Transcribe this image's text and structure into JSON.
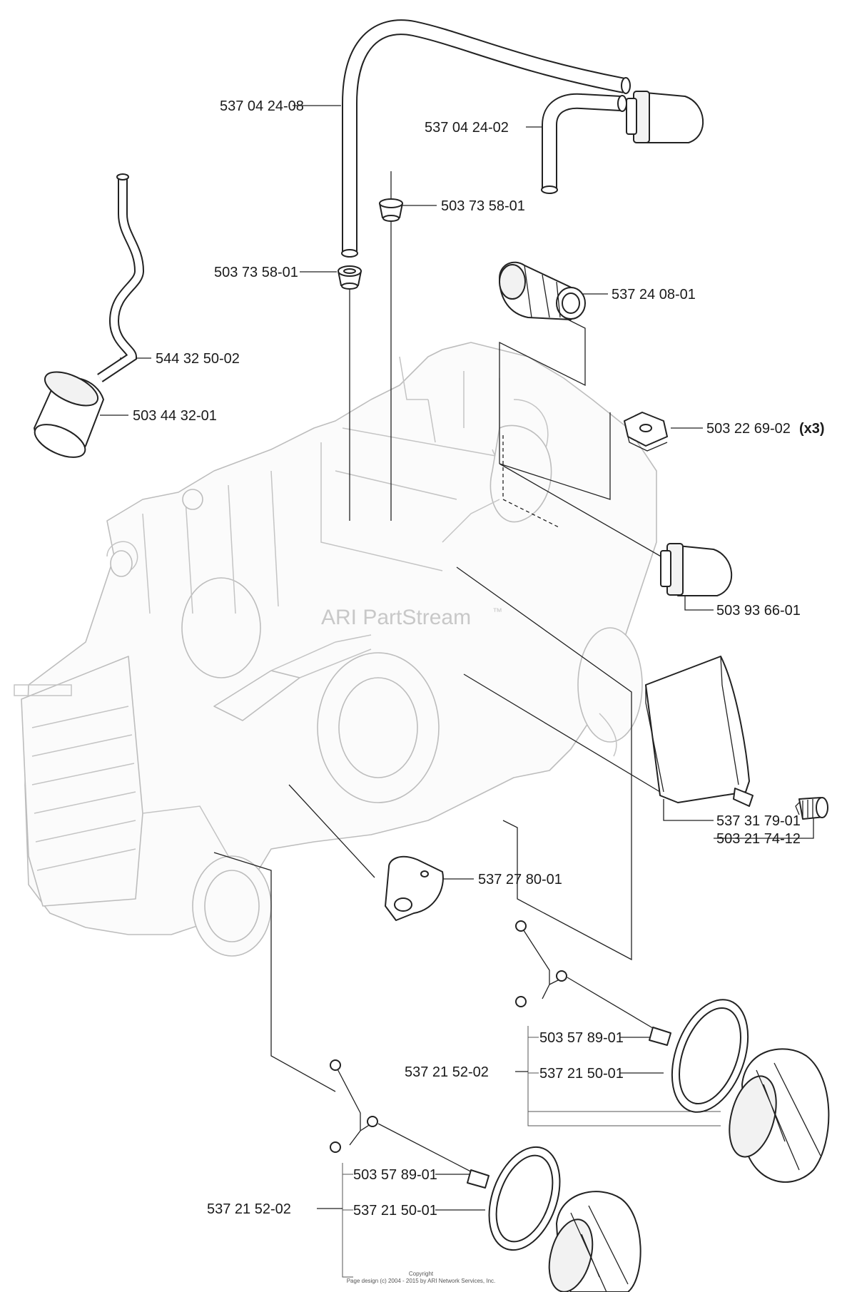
{
  "labels": {
    "hose_main": "537 04 24-08",
    "hose_short": "537 04 24-02",
    "grommet_center": "503 73 58-01",
    "grommet_left": "503 73 58-01",
    "valve": "537 24 08-01",
    "fuel_hose": "544 32 50-02",
    "fuel_filter": "503 44 32-01",
    "clip": "503 22 69-02",
    "clip_qty": "(x3)",
    "primer": "503 93 66-01",
    "cover": "537 31 79-01",
    "screw": "503 21 74-12",
    "bracket": "537 27 80-01",
    "upper_cap_seal": "503 57 89-01",
    "upper_cap_assy": "537 21 52-02",
    "upper_cap": "537 21 50-01",
    "lower_cap_seal": "503 57 89-01",
    "lower_cap_assy": "537 21 52-02",
    "lower_cap": "537 21 50-01"
  },
  "watermark": "ARI PartStream",
  "watermark_tm": "™",
  "copyright_line1": "Copyright",
  "copyright_line2": "Page design (c) 2004 - 2015 by ARI Network Services, Inc."
}
